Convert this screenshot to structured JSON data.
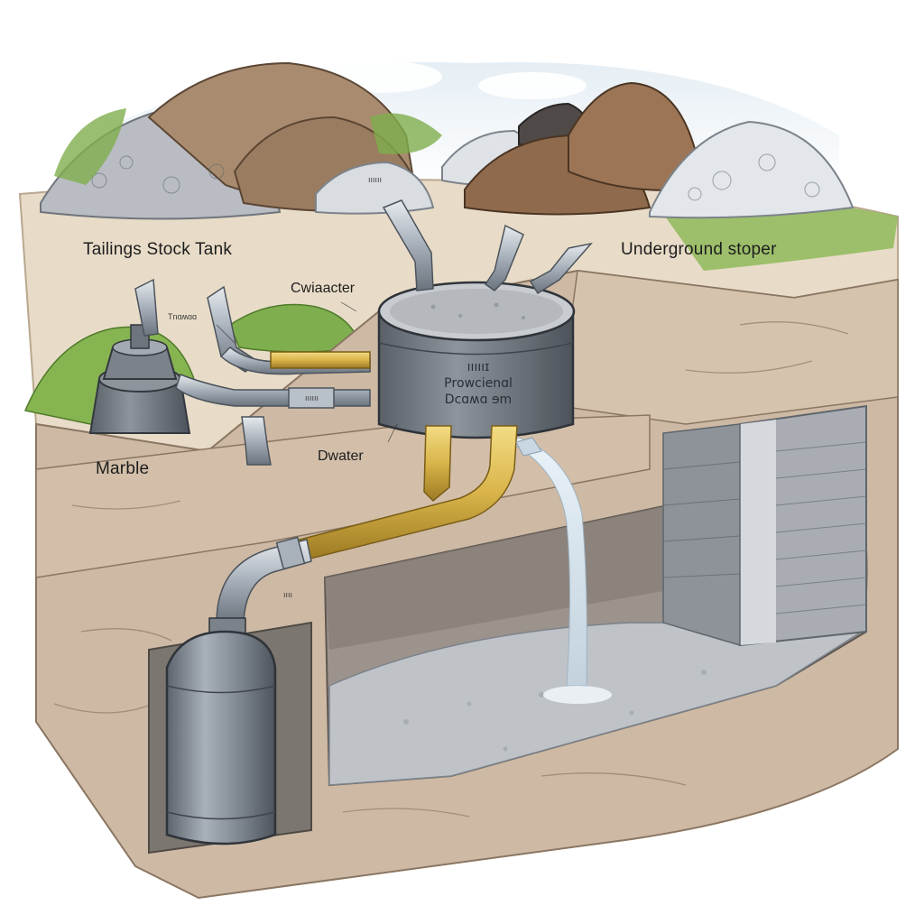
{
  "labels": {
    "tailings_stock_tank": "Tailings Stock Tank",
    "underground_stoper": "Underground stoper",
    "marble": "Marble",
    "dwater": "Dwater",
    "cwiaacter": "Cwiaacter"
  },
  "tank_text": {
    "line1": "ıııııɪ",
    "line2": "Ρrowcienɑl",
    "line3": "Dcɑʍɑ ɘm"
  },
  "small_tags": {
    "tag_pipe_left": "Tnɑʍɑɑ",
    "tag_pile": "ıııııı",
    "tag_lower_pipe": "ıııııı",
    "tag_shaft_pipe": "ıııı"
  },
  "colors": {
    "pipe_yellow": "#d9b44a",
    "pipe_steel": "#9aa3ae",
    "tank_dark": "#6e747c",
    "rock": "#c8b4a0",
    "grass": "#7fae4e"
  }
}
